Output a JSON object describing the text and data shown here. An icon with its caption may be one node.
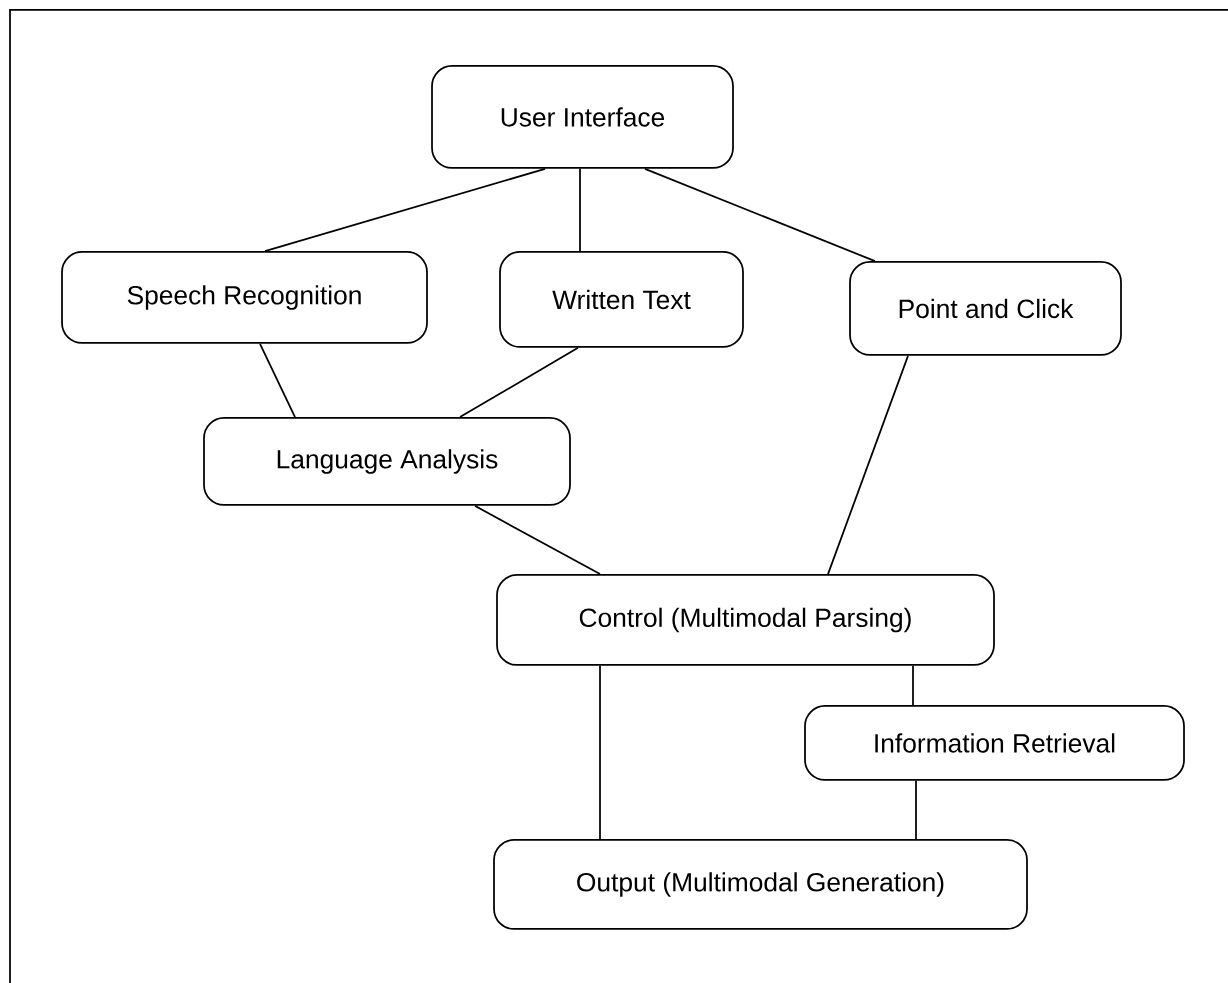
{
  "diagram": {
    "nodes": [
      {
        "text": [
          "User Interface"
        ]
      },
      {
        "text": [
          "Speech Recognition"
        ]
      },
      {
        "text": [
          "Written Text"
        ]
      },
      {
        "text": [
          "Point and Click"
        ]
      },
      {
        "text": [
          "Language Analysis"
        ]
      },
      {
        "text": [
          "Control (Multimodal Parsing)"
        ]
      },
      {
        "text": [
          "Information Retrieval"
        ]
      },
      {
        "text": [
          "Output (Multimodal Generation)"
        ]
      }
    ],
    "edges": [
      {
        "from": 0,
        "to": 1,
        "arrow": "none"
      },
      {
        "from": 0,
        "to": 2,
        "arrow": "none"
      },
      {
        "from": 0,
        "to": 3,
        "arrow": "none"
      },
      {
        "from": 1,
        "to": 4,
        "arrow": "none"
      },
      {
        "from": 2,
        "to": 4,
        "arrow": "none"
      },
      {
        "from": 4,
        "to": 5,
        "arrow": "none"
      },
      {
        "from": 3,
        "to": 5,
        "arrow": "none"
      },
      {
        "from": 5,
        "to": 7,
        "arrow": "none"
      },
      {
        "from": 5,
        "to": 6,
        "arrow": "none"
      },
      {
        "from": 6,
        "to": 7,
        "arrow": "none"
      }
    ]
  }
}
